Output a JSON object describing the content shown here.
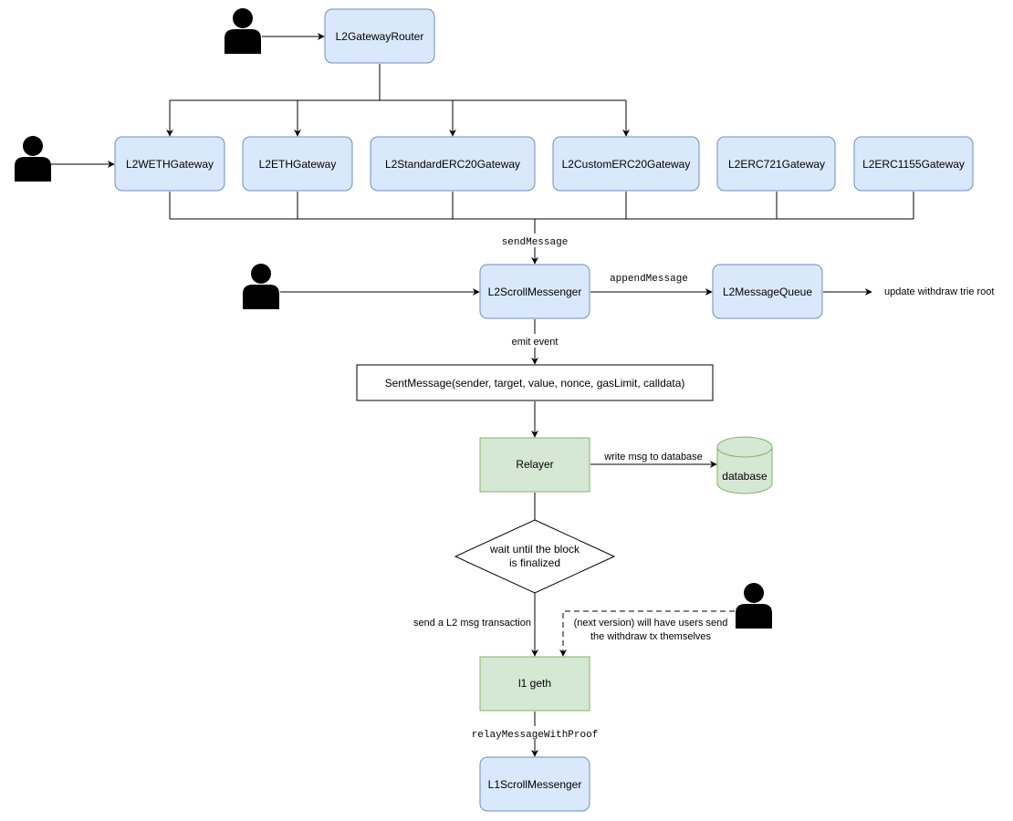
{
  "colors": {
    "contract_fill": "#dae8fc",
    "contract_stroke": "#6c8ebf",
    "service_fill": "#d5e8d4",
    "service_stroke": "#82b366",
    "line": "#000000",
    "user_icon": "#000000"
  },
  "nodes": {
    "gateway_router": "L2GatewayRouter",
    "weth_gateway": "L2WETHGateway",
    "eth_gateway": "L2ETHGateway",
    "standard_erc20_gateway": "L2StandardERC20Gateway",
    "custom_erc20_gateway": "L2CustomERC20Gateway",
    "erc721_gateway": "L2ERC721Gateway",
    "erc1155_gateway": "L2ERC1155Gateway",
    "scroll_messenger": "L2ScrollMessenger",
    "message_queue": "L2MessageQueue",
    "sent_message_event": "SentMessage(sender, target, value, nonce, gasLimit, calldata)",
    "relayer": "Relayer",
    "database": "database",
    "finalize_decision_line1": "wait until the block",
    "finalize_decision_line2": "is finalized",
    "l1_geth": "l1 geth",
    "l1_scroll_messenger": "L1ScrollMessenger"
  },
  "edges": {
    "send_message": "sendMessage",
    "append_message": "appendMessage",
    "update_root": "update withdraw trie root",
    "emit_event": "emit event",
    "write_db": "write msg to database",
    "send_l2_tx": "send a L2 msg transaction",
    "next_version_line1": "(next version) will have users send",
    "next_version_line2": "the withdraw tx themselves",
    "relay_with_proof": "relayMessageWithProof"
  },
  "icons": {
    "user": "user-icon"
  }
}
